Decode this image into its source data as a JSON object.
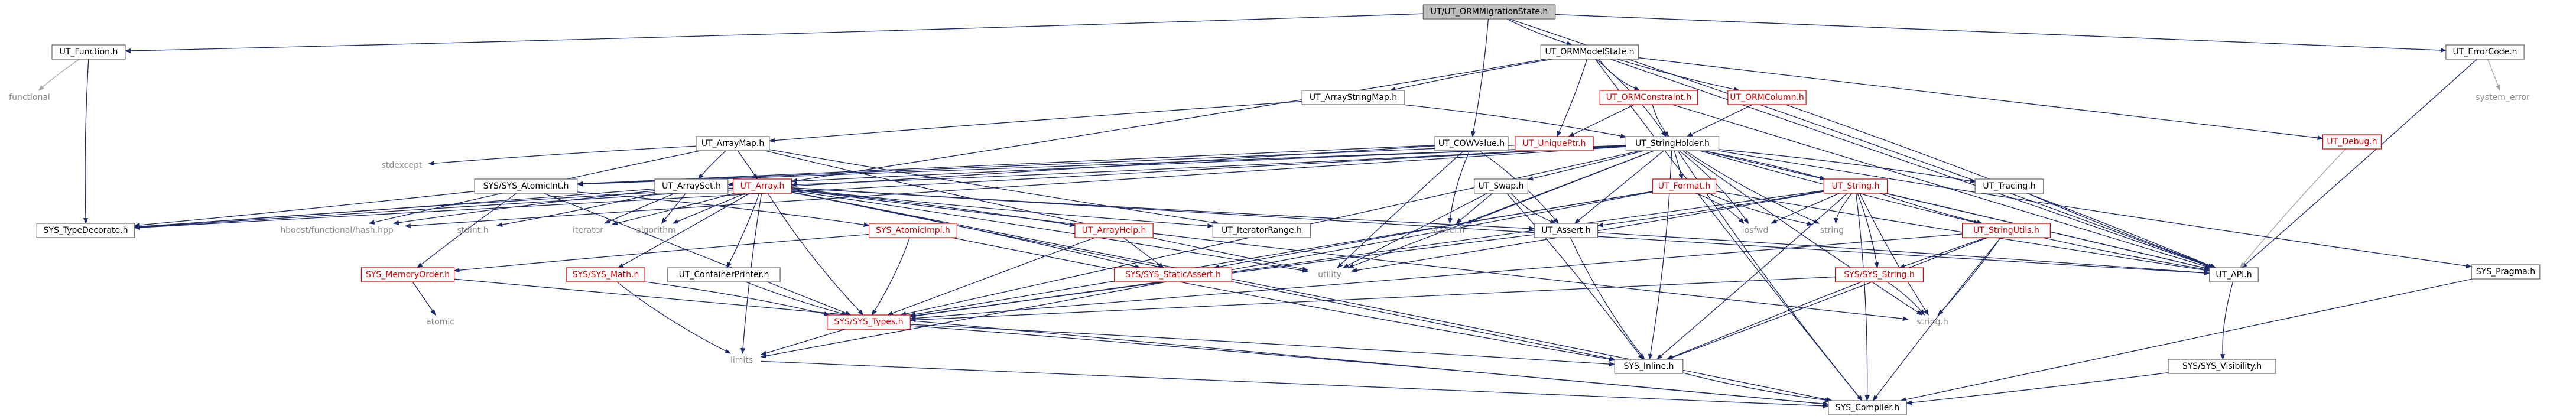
{
  "graph": {
    "nodes": [
      {
        "id": "root",
        "label": "UT/UT_ORMMigrationState.h",
        "style": "root"
      },
      {
        "id": "fn",
        "label": "UT_Function.h",
        "style": "normal"
      },
      {
        "id": "ormms",
        "label": "UT_ORMModelState.h",
        "style": "normal"
      },
      {
        "id": "err",
        "label": "UT_ErrorCode.h",
        "style": "normal"
      },
      {
        "id": "functional",
        "label": "functional",
        "style": "plain"
      },
      {
        "id": "syserr",
        "label": "system_error",
        "style": "plain"
      },
      {
        "id": "asm",
        "label": "UT_ArrayStringMap.h",
        "style": "normal"
      },
      {
        "id": "ormc",
        "label": "UT_ORMConstraint.h",
        "style": "red"
      },
      {
        "id": "ormcol",
        "label": "UT_ORMColumn.h",
        "style": "red"
      },
      {
        "id": "dbg",
        "label": "UT_Debug.h",
        "style": "red"
      },
      {
        "id": "amap",
        "label": "UT_ArrayMap.h",
        "style": "normal"
      },
      {
        "id": "cow",
        "label": "UT_COWValue.h",
        "style": "normal"
      },
      {
        "id": "uptr",
        "label": "UT_UniquePtr.h",
        "style": "red"
      },
      {
        "id": "sh",
        "label": "UT_StringHolder.h",
        "style": "normal"
      },
      {
        "id": "stdexcept",
        "label": "stdexcept",
        "style": "plain"
      },
      {
        "id": "sysatomic",
        "label": "SYS/SYS_AtomicInt.h",
        "style": "normal"
      },
      {
        "id": "aset",
        "label": "UT_ArraySet.h",
        "style": "normal"
      },
      {
        "id": "arr",
        "label": "UT_Array.h",
        "style": "red"
      },
      {
        "id": "swap",
        "label": "UT_Swap.h",
        "style": "normal"
      },
      {
        "id": "fmt",
        "label": "UT_Format.h",
        "style": "red"
      },
      {
        "id": "str",
        "label": "UT_String.h",
        "style": "red"
      },
      {
        "id": "trace",
        "label": "UT_Tracing.h",
        "style": "normal"
      },
      {
        "id": "pragma",
        "label": "SYS_Pragma.h",
        "style": "normal"
      },
      {
        "id": "tdec",
        "label": "SYS_TypeDecorate.h",
        "style": "normal"
      },
      {
        "id": "hboost",
        "label": "hboost/functional/hash.hpp",
        "style": "plain"
      },
      {
        "id": "stdint",
        "label": "stdint.h",
        "style": "plain"
      },
      {
        "id": "iterator",
        "label": "iterator",
        "style": "plain"
      },
      {
        "id": "algorithm",
        "label": "algorithm",
        "style": "plain"
      },
      {
        "id": "atimpl",
        "label": "SYS_AtomicImpl.h",
        "style": "red"
      },
      {
        "id": "ahelp",
        "label": "UT_ArrayHelp.h",
        "style": "red"
      },
      {
        "id": "itrange",
        "label": "UT_IteratorRange.h",
        "style": "normal"
      },
      {
        "id": "stddef",
        "label": "stddef.h",
        "style": "plain"
      },
      {
        "id": "assert",
        "label": "UT_Assert.h",
        "style": "normal"
      },
      {
        "id": "iosfwd",
        "label": "iosfwd",
        "style": "plain"
      },
      {
        "id": "string",
        "label": "string",
        "style": "plain"
      },
      {
        "id": "sutil",
        "label": "UT_StringUtils.h",
        "style": "red"
      },
      {
        "id": "memorder",
        "label": "SYS_MemoryOrder.h",
        "style": "red"
      },
      {
        "id": "math",
        "label": "SYS/SYS_Math.h",
        "style": "red"
      },
      {
        "id": "contp",
        "label": "UT_ContainerPrinter.h",
        "style": "normal"
      },
      {
        "id": "sassert",
        "label": "SYS/SYS_StaticAssert.h",
        "style": "red"
      },
      {
        "id": "utility",
        "label": "utility",
        "style": "plain"
      },
      {
        "id": "sysstr",
        "label": "SYS/SYS_String.h",
        "style": "red"
      },
      {
        "id": "api",
        "label": "UT_API.h",
        "style": "normal"
      },
      {
        "id": "atomic",
        "label": "atomic",
        "style": "plain"
      },
      {
        "id": "types",
        "label": "SYS/SYS_Types.h",
        "style": "red"
      },
      {
        "id": "stringh",
        "label": "string.h",
        "style": "plain"
      },
      {
        "id": "vis",
        "label": "SYS/SYS_Visibility.h",
        "style": "normal"
      },
      {
        "id": "limits",
        "label": "limits",
        "style": "plain"
      },
      {
        "id": "inline",
        "label": "SYS_Inline.h",
        "style": "normal"
      },
      {
        "id": "compiler",
        "label": "SYS_Compiler.h",
        "style": "normal"
      }
    ],
    "edges": [
      [
        "root",
        "fn"
      ],
      [
        "root",
        "ormms"
      ],
      [
        "root",
        "err"
      ],
      [
        "root",
        "cow"
      ],
      [
        "root",
        "api"
      ],
      [
        "fn",
        "functional"
      ],
      [
        "fn",
        "tdec"
      ],
      [
        "err",
        "syserr"
      ],
      [
        "err",
        "api"
      ],
      [
        "ormms",
        "asm"
      ],
      [
        "ormms",
        "ormc"
      ],
      [
        "ormms",
        "ormcol"
      ],
      [
        "ormms",
        "dbg"
      ],
      [
        "ormms",
        "uptr"
      ],
      [
        "ormms",
        "sh"
      ],
      [
        "ormms",
        "arr"
      ],
      [
        "ormms",
        "compiler"
      ],
      [
        "ormms",
        "api"
      ],
      [
        "asm",
        "amap"
      ],
      [
        "asm",
        "sh"
      ],
      [
        "ormc",
        "uptr"
      ],
      [
        "ormc",
        "sh"
      ],
      [
        "ormc",
        "api"
      ],
      [
        "ormcol",
        "sh"
      ],
      [
        "ormcol",
        "api"
      ],
      [
        "dbg",
        "api"
      ],
      [
        "amap",
        "aset"
      ],
      [
        "amap",
        "arr"
      ],
      [
        "amap",
        "stdexcept"
      ],
      [
        "amap",
        "hboost"
      ],
      [
        "amap",
        "utility"
      ],
      [
        "amap",
        "itrange"
      ],
      [
        "cow",
        "sysatomic"
      ],
      [
        "cow",
        "tdec"
      ],
      [
        "cow",
        "assert"
      ],
      [
        "cow",
        "stddef"
      ],
      [
        "cow",
        "utility"
      ],
      [
        "uptr",
        "sysatomic"
      ],
      [
        "sh",
        "sysatomic"
      ],
      [
        "sh",
        "aset"
      ],
      [
        "sh",
        "arr"
      ],
      [
        "sh",
        "swap"
      ],
      [
        "sh",
        "fmt"
      ],
      [
        "sh",
        "str"
      ],
      [
        "sh",
        "trace"
      ],
      [
        "sh",
        "pragma"
      ],
      [
        "sh",
        "tdec"
      ],
      [
        "sh",
        "assert"
      ],
      [
        "sh",
        "stddef"
      ],
      [
        "sh",
        "iosfwd"
      ],
      [
        "sh",
        "string"
      ],
      [
        "sh",
        "sutil"
      ],
      [
        "sh",
        "api"
      ],
      [
        "sh",
        "utility"
      ],
      [
        "sh",
        "inline"
      ],
      [
        "sh",
        "compiler"
      ],
      [
        "sh",
        "stringh"
      ],
      [
        "sh",
        "hboost"
      ],
      [
        "sh",
        "types"
      ],
      [
        "sysatomic",
        "atimpl"
      ],
      [
        "sysatomic",
        "memorder"
      ],
      [
        "sysatomic",
        "tdec"
      ],
      [
        "sysatomic",
        "types"
      ],
      [
        "aset",
        "arr"
      ],
      [
        "aset",
        "hboost"
      ],
      [
        "aset",
        "stdint"
      ],
      [
        "aset",
        "tdec"
      ],
      [
        "aset",
        "algorithm"
      ],
      [
        "aset",
        "iterator"
      ],
      [
        "arr",
        "ahelp"
      ],
      [
        "arr",
        "itrange"
      ],
      [
        "arr",
        "assert"
      ],
      [
        "arr",
        "api"
      ],
      [
        "arr",
        "contp"
      ],
      [
        "arr",
        "math"
      ],
      [
        "arr",
        "types"
      ],
      [
        "arr",
        "iterator"
      ],
      [
        "arr",
        "algorithm"
      ],
      [
        "arr",
        "utility"
      ],
      [
        "arr",
        "sassert"
      ],
      [
        "arr",
        "stringh"
      ],
      [
        "arr",
        "limits"
      ],
      [
        "arr",
        "inline"
      ],
      [
        "arr",
        "compiler"
      ],
      [
        "arr",
        "tdec"
      ],
      [
        "swap",
        "assert"
      ],
      [
        "swap",
        "utility"
      ],
      [
        "swap",
        "stddef"
      ],
      [
        "swap",
        "inline"
      ],
      [
        "fmt",
        "iosfwd"
      ],
      [
        "fmt",
        "string"
      ],
      [
        "fmt",
        "api"
      ],
      [
        "fmt",
        "types"
      ],
      [
        "fmt",
        "limits"
      ],
      [
        "fmt",
        "sassert"
      ],
      [
        "str",
        "assert"
      ],
      [
        "str",
        "sutil"
      ],
      [
        "str",
        "api"
      ],
      [
        "str",
        "sysstr"
      ],
      [
        "str",
        "iosfwd"
      ],
      [
        "str",
        "string"
      ],
      [
        "str",
        "stringh"
      ],
      [
        "str",
        "types"
      ],
      [
        "str",
        "inline"
      ],
      [
        "str",
        "compiler"
      ],
      [
        "str",
        "utility"
      ],
      [
        "trace",
        "api"
      ],
      [
        "pragma",
        "compiler"
      ],
      [
        "atimpl",
        "memorder"
      ],
      [
        "atimpl",
        "types"
      ],
      [
        "atimpl",
        "inline"
      ],
      [
        "ahelp",
        "types"
      ],
      [
        "ahelp",
        "sassert"
      ],
      [
        "assert",
        "api"
      ],
      [
        "assert",
        "types"
      ],
      [
        "assert",
        "inline"
      ],
      [
        "sutil",
        "api"
      ],
      [
        "sutil",
        "sysstr"
      ],
      [
        "sutil",
        "types"
      ],
      [
        "sutil",
        "stringh"
      ],
      [
        "sutil",
        "inline"
      ],
      [
        "sutil",
        "compiler"
      ],
      [
        "memorder",
        "atomic"
      ],
      [
        "memorder",
        "compiler"
      ],
      [
        "math",
        "types"
      ],
      [
        "math",
        "limits"
      ],
      [
        "contp",
        "types"
      ],
      [
        "sysstr",
        "types"
      ],
      [
        "sysstr",
        "stringh"
      ],
      [
        "sysstr",
        "inline"
      ],
      [
        "api",
        "vis"
      ],
      [
        "vis",
        "compiler"
      ],
      [
        "types",
        "limits"
      ],
      [
        "types",
        "inline"
      ],
      [
        "types",
        "compiler"
      ],
      [
        "inline",
        "compiler"
      ],
      [
        "limits",
        "compiler"
      ]
    ]
  },
  "colors": {
    "edge": "#1c2966",
    "light_edge": "#a5a5a5",
    "node_border": "#666666",
    "red_text": "#d60000",
    "plain_text": "#8a8a8a",
    "root_fill": "#bfbfbf"
  }
}
